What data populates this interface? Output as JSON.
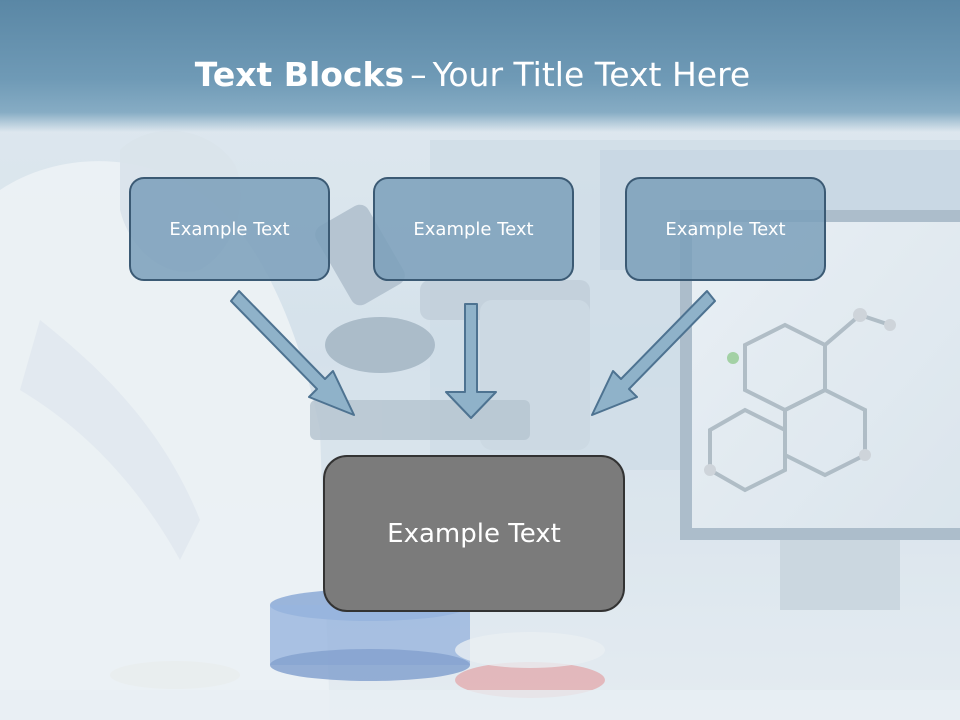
{
  "slide": {
    "title_bold": "Text Blocks",
    "title_separator": "–",
    "title_rest": "Your Title Text Here",
    "top_boxes": [
      {
        "label": "Example Text"
      },
      {
        "label": "Example Text"
      },
      {
        "label": "Example Text"
      }
    ],
    "bottom_box": {
      "label": "Example Text"
    }
  },
  "colors": {
    "title_band": "#5a87a5",
    "box_fill": "#7ca0ba",
    "box_border": "#3b5a74",
    "arrow_fill": "#8fb2c9",
    "arrow_stroke": "#4e7391",
    "main_box_fill": "#7b7b7b",
    "main_box_border": "#333333"
  },
  "background_icons": [
    "scientist-figure",
    "microscope-icon",
    "monitor-icon",
    "molecule-icon",
    "petri-dish-icon"
  ]
}
